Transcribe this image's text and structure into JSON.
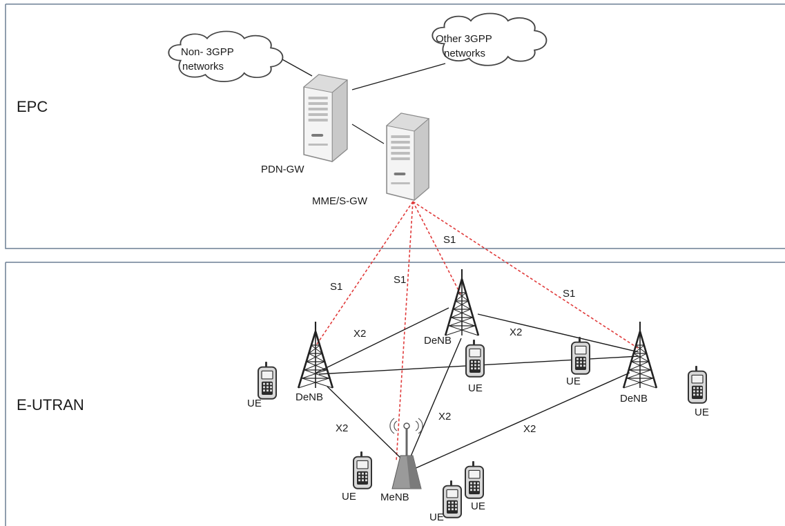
{
  "regions": {
    "epc": "EPC",
    "eutran": "E-UTRAN"
  },
  "clouds": {
    "non3gpp": [
      "Non- 3GPP",
      "networks"
    ],
    "other3gpp": [
      "Other 3GPP",
      "networks"
    ]
  },
  "servers": {
    "pdn_gw": "PDN-GW",
    "mme_sgw": "MME/S-GW"
  },
  "base_stations": {
    "denb_left": "DeNB",
    "denb_center": "DeNB",
    "denb_right": "DeNB",
    "menb": "MeNB"
  },
  "ue_label": "UE",
  "interfaces": {
    "s1": "S1",
    "x2": "X2"
  },
  "colors": {
    "s1_link": "#e03a3a",
    "x2_link": "#1a1a1a",
    "frame": "#6b7f94",
    "server_body": "#eeeeee",
    "tower": "#222222"
  }
}
